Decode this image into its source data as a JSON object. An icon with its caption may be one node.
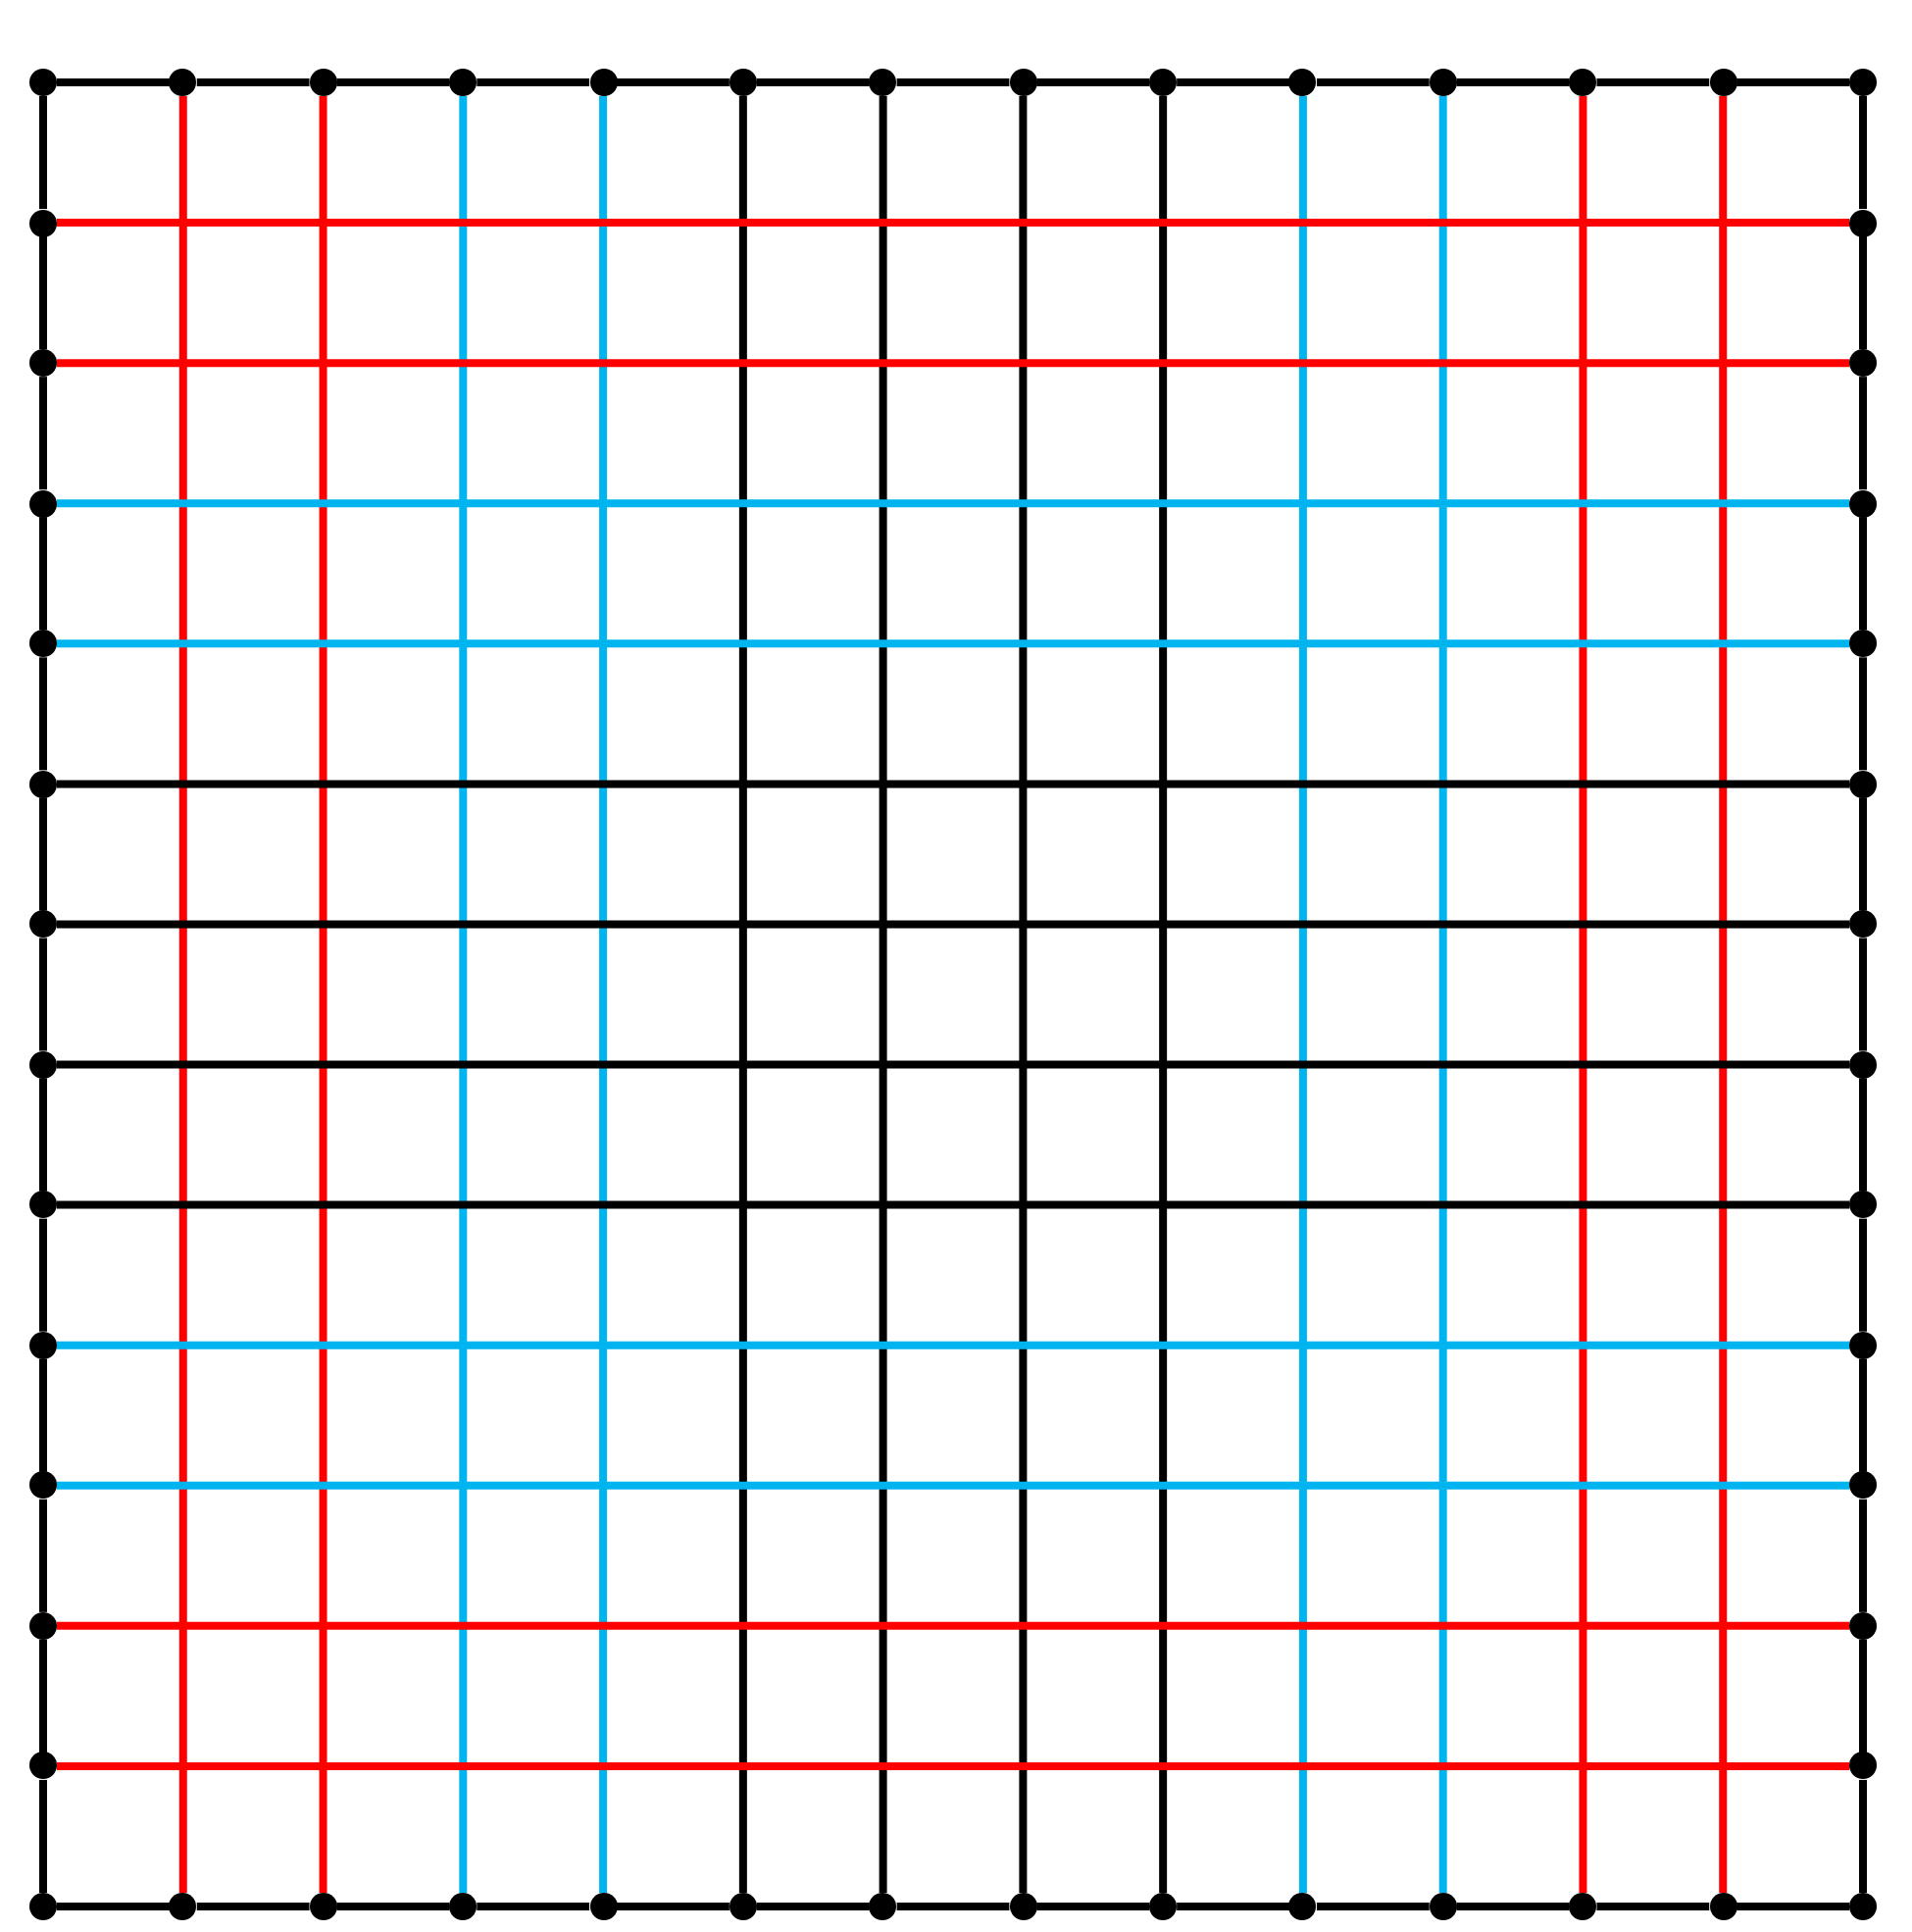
{
  "diagram": {
    "nodes": [
      {
        "text": [],
        "shape": "circle"
      },
      {
        "text": [],
        "shape": "circle"
      },
      {
        "text": [],
        "shape": "circle"
      },
      {
        "text": [],
        "shape": "circle"
      },
      {
        "text": [],
        "shape": "circle"
      },
      {
        "text": [],
        "shape": "circle"
      },
      {
        "text": [],
        "shape": "circle"
      },
      {
        "text": [],
        "shape": "circle"
      },
      {
        "text": [],
        "shape": "circle"
      },
      {
        "text": [],
        "shape": "circle"
      },
      {
        "text": [],
        "shape": "circle"
      },
      {
        "text": [],
        "shape": "circle"
      },
      {
        "text": [],
        "shape": "circle"
      },
      {
        "text": [],
        "shape": "circle"
      },
      {
        "text": [],
        "shape": "circle"
      },
      {
        "text": [],
        "shape": "circle"
      },
      {
        "text": [],
        "shape": "circle"
      },
      {
        "text": [],
        "shape": "circle"
      },
      {
        "text": [],
        "shape": "circle"
      },
      {
        "text": [],
        "shape": "circle"
      },
      {
        "text": [],
        "shape": "circle"
      },
      {
        "text": [],
        "shape": "circle"
      },
      {
        "text": [],
        "shape": "circle"
      },
      {
        "text": [],
        "shape": "circle"
      },
      {
        "text": [],
        "shape": "circle"
      },
      {
        "text": [],
        "shape": "circle"
      },
      {
        "text": [],
        "shape": "circle"
      },
      {
        "text": [],
        "shape": "circle"
      },
      {
        "text": [],
        "shape": "circle"
      },
      {
        "text": [],
        "shape": "circle"
      },
      {
        "text": [],
        "shape": "circle"
      },
      {
        "text": [],
        "shape": "circle"
      },
      {
        "text": [],
        "shape": "circle"
      },
      {
        "text": [],
        "shape": "circle"
      },
      {
        "text": [],
        "shape": "circle"
      },
      {
        "text": [],
        "shape": "circle"
      },
      {
        "text": [],
        "shape": "circle"
      },
      {
        "text": [],
        "shape": "circle"
      },
      {
        "text": [],
        "shape": "circle"
      },
      {
        "text": [],
        "shape": "circle"
      },
      {
        "text": [],
        "shape": "circle"
      },
      {
        "text": [],
        "shape": "circle"
      },
      {
        "text": [],
        "shape": "circle"
      },
      {
        "text": [],
        "shape": "circle"
      },
      {
        "text": [],
        "shape": "circle"
      },
      {
        "text": [],
        "shape": "circle"
      },
      {
        "text": [],
        "shape": "circle"
      },
      {
        "text": [],
        "shape": "circle"
      },
      {
        "text": [],
        "shape": "circle"
      },
      {
        "text": [],
        "shape": "circle"
      },
      {
        "text": [],
        "shape": "circle"
      },
      {
        "text": [],
        "shape": "circle"
      }
    ],
    "edges": [
      {
        "from": 0,
        "to": 1,
        "arrow": "none"
      },
      {
        "from": 1,
        "to": 2,
        "arrow": "none"
      },
      {
        "from": 2,
        "to": 3,
        "arrow": "none"
      },
      {
        "from": 3,
        "to": 4,
        "arrow": "none"
      },
      {
        "from": 4,
        "to": 5,
        "arrow": "none"
      },
      {
        "from": 5,
        "to": 6,
        "arrow": "none"
      },
      {
        "from": 6,
        "to": 7,
        "arrow": "none"
      },
      {
        "from": 7,
        "to": 8,
        "arrow": "none"
      },
      {
        "from": 8,
        "to": 9,
        "arrow": "none"
      },
      {
        "from": 9,
        "to": 10,
        "arrow": "none"
      },
      {
        "from": 10,
        "to": 11,
        "arrow": "none"
      },
      {
        "from": 11,
        "to": 12,
        "arrow": "none"
      },
      {
        "from": 12,
        "to": 13,
        "arrow": "none"
      },
      {
        "from": 0,
        "to": 14,
        "arrow": "none"
      },
      {
        "from": 14,
        "to": 16,
        "arrow": "none"
      },
      {
        "from": 16,
        "to": 18,
        "arrow": "none"
      },
      {
        "from": 18,
        "to": 20,
        "arrow": "none"
      },
      {
        "from": 20,
        "to": 22,
        "arrow": "none"
      },
      {
        "from": 22,
        "to": 24,
        "arrow": "none"
      },
      {
        "from": 24,
        "to": 26,
        "arrow": "none"
      },
      {
        "from": 26,
        "to": 28,
        "arrow": "none"
      },
      {
        "from": 28,
        "to": 30,
        "arrow": "none"
      },
      {
        "from": 30,
        "to": 32,
        "arrow": "none"
      },
      {
        "from": 32,
        "to": 34,
        "arrow": "none"
      },
      {
        "from": 34,
        "to": 36,
        "arrow": "none"
      },
      {
        "from": 36,
        "to": 38,
        "arrow": "none"
      },
      {
        "from": 13,
        "to": 15,
        "arrow": "none"
      },
      {
        "from": 15,
        "to": 17,
        "arrow": "none"
      },
      {
        "from": 17,
        "to": 19,
        "arrow": "none"
      },
      {
        "from": 19,
        "to": 21,
        "arrow": "none"
      },
      {
        "from": 21,
        "to": 23,
        "arrow": "none"
      },
      {
        "from": 23,
        "to": 25,
        "arrow": "none"
      },
      {
        "from": 25,
        "to": 27,
        "arrow": "none"
      },
      {
        "from": 27,
        "to": 29,
        "arrow": "none"
      },
      {
        "from": 29,
        "to": 31,
        "arrow": "none"
      },
      {
        "from": 31,
        "to": 33,
        "arrow": "none"
      },
      {
        "from": 33,
        "to": 35,
        "arrow": "none"
      },
      {
        "from": 35,
        "to": 37,
        "arrow": "none"
      },
      {
        "from": 37,
        "to": 51,
        "arrow": "none"
      },
      {
        "from": 38,
        "to": 39,
        "arrow": "none"
      },
      {
        "from": 39,
        "to": 40,
        "arrow": "none"
      },
      {
        "from": 40,
        "to": 41,
        "arrow": "none"
      },
      {
        "from": 41,
        "to": 42,
        "arrow": "none"
      },
      {
        "from": 42,
        "to": 43,
        "arrow": "none"
      },
      {
        "from": 43,
        "to": 44,
        "arrow": "none"
      },
      {
        "from": 44,
        "to": 45,
        "arrow": "none"
      },
      {
        "from": 45,
        "to": 46,
        "arrow": "none"
      },
      {
        "from": 46,
        "to": 47,
        "arrow": "none"
      },
      {
        "from": 47,
        "to": 48,
        "arrow": "none"
      },
      {
        "from": 48,
        "to": 49,
        "arrow": "none"
      },
      {
        "from": 49,
        "to": 50,
        "arrow": "none"
      },
      {
        "from": 50,
        "to": 51,
        "arrow": "none"
      },
      {
        "from": 1,
        "to": 39,
        "arrow": "none",
        "color": "#ff0000"
      },
      {
        "from": 2,
        "to": 40,
        "arrow": "none",
        "color": "#ff0000"
      },
      {
        "from": 3,
        "to": 41,
        "arrow": "none",
        "color": "#00b4f0"
      },
      {
        "from": 4,
        "to": 42,
        "arrow": "none",
        "color": "#00b4f0"
      },
      {
        "from": 5,
        "to": 43,
        "arrow": "none"
      },
      {
        "from": 6,
        "to": 44,
        "arrow": "none"
      },
      {
        "from": 7,
        "to": 45,
        "arrow": "none"
      },
      {
        "from": 8,
        "to": 46,
        "arrow": "none"
      },
      {
        "from": 9,
        "to": 47,
        "arrow": "none",
        "color": "#00b4f0"
      },
      {
        "from": 10,
        "to": 48,
        "arrow": "none",
        "color": "#00b4f0"
      },
      {
        "from": 11,
        "to": 49,
        "arrow": "none",
        "color": "#ff0000"
      },
      {
        "from": 12,
        "to": 50,
        "arrow": "none",
        "color": "#ff0000"
      },
      {
        "from": 14,
        "to": 15,
        "arrow": "none",
        "color": "#ff0000"
      },
      {
        "from": 16,
        "to": 17,
        "arrow": "none",
        "color": "#ff0000"
      },
      {
        "from": 18,
        "to": 19,
        "arrow": "none",
        "color": "#00b4f0"
      },
      {
        "from": 20,
        "to": 21,
        "arrow": "none",
        "color": "#00b4f0"
      },
      {
        "from": 22,
        "to": 23,
        "arrow": "none"
      },
      {
        "from": 24,
        "to": 25,
        "arrow": "none"
      },
      {
        "from": 26,
        "to": 27,
        "arrow": "none"
      },
      {
        "from": 28,
        "to": 29,
        "arrow": "none"
      },
      {
        "from": 30,
        "to": 31,
        "arrow": "none",
        "color": "#00b4f0"
      },
      {
        "from": 32,
        "to": 33,
        "arrow": "none",
        "color": "#00b4f0"
      },
      {
        "from": 34,
        "to": 35,
        "arrow": "none",
        "color": "#ff0000"
      },
      {
        "from": 36,
        "to": 37,
        "arrow": "none",
        "color": "#ff0000"
      }
    ]
  }
}
